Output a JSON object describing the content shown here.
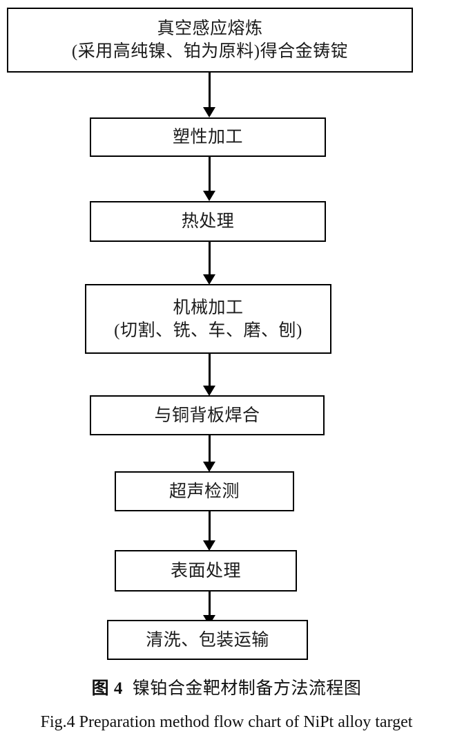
{
  "figure": {
    "type": "flowchart",
    "orientation": "vertical-top-down",
    "node_count": 8,
    "connector_count": 7,
    "colors": {
      "box_border": "#000000",
      "box_fill": "#ffffff",
      "text": "#1b1b1b",
      "connector": "#000000",
      "background": "#ffffff"
    }
  },
  "nodes": [
    {
      "id": "vacuum-induction-melting",
      "line1": "真空感应熔炼",
      "line2": "(采用高纯镍、铂为原料)得合金铸锭"
    },
    {
      "id": "plastic-working",
      "line1": "塑性加工",
      "line2": ""
    },
    {
      "id": "heat-treatment",
      "line1": "热处理",
      "line2": ""
    },
    {
      "id": "machining",
      "line1": "机械加工",
      "line2": "(切割、铣、车、磨、刨)"
    },
    {
      "id": "bonding-to-copper-backplate",
      "line1": "与铜背板焊合",
      "line2": ""
    },
    {
      "id": "ultrasonic-testing",
      "line1": "超声检测",
      "line2": ""
    },
    {
      "id": "surface-treatment",
      "line1": "表面处理",
      "line2": ""
    },
    {
      "id": "cleaning-packaging-transport",
      "line1": "清洗、包装运输",
      "line2": ""
    }
  ],
  "connectors": [
    {
      "from": "vacuum-induction-melting",
      "to": "plastic-working"
    },
    {
      "from": "plastic-working",
      "to": "heat-treatment"
    },
    {
      "from": "heat-treatment",
      "to": "machining"
    },
    {
      "from": "machining",
      "to": "bonding-to-copper-backplate"
    },
    {
      "from": "bonding-to-copper-backplate",
      "to": "ultrasonic-testing"
    },
    {
      "from": "ultrasonic-testing",
      "to": "surface-treatment"
    },
    {
      "from": "surface-treatment",
      "to": "cleaning-packaging-transport"
    }
  ],
  "caption": {
    "figure_number": "图 4",
    "chinese_title": "镍铂合金靶材制备方法流程图",
    "english": "Fig.4 Preparation method flow chart of NiPt alloy target"
  }
}
